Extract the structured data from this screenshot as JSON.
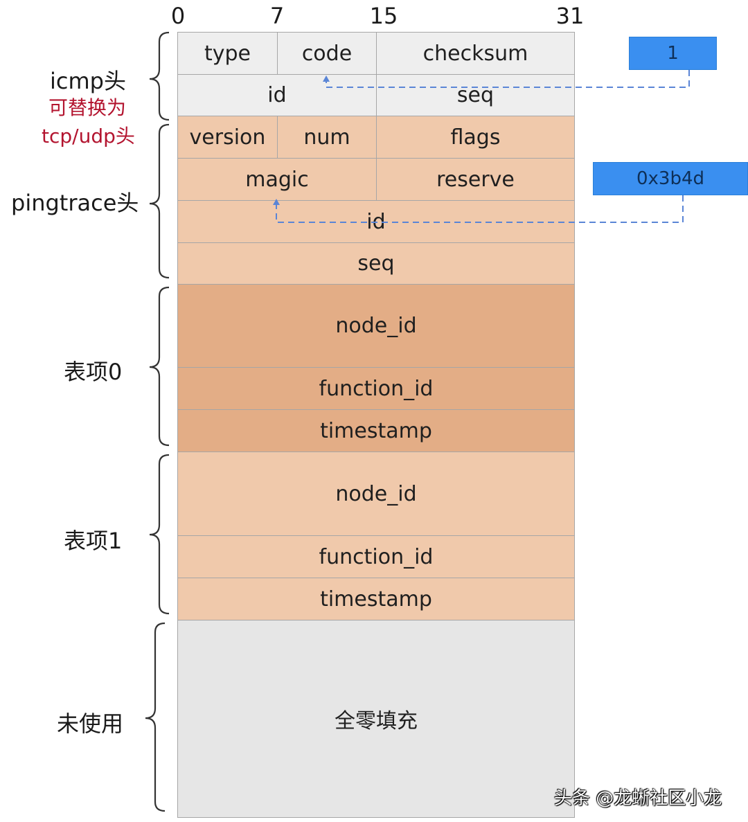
{
  "bit_markers": [
    "0",
    "7",
    "15",
    "31"
  ],
  "groups": {
    "icmp": {
      "label": "icmp头",
      "note_line1": "可替换为",
      "note_line2": "tcp/udp头"
    },
    "pingtrace": {
      "label": "pingtrace头"
    },
    "entry0": {
      "label": "表项0"
    },
    "entry1": {
      "label": "表项1"
    },
    "unused": {
      "label": "未使用"
    }
  },
  "fields": {
    "icmp": {
      "type": "type",
      "code": "code",
      "checksum": "checksum",
      "id": "id",
      "seq": "seq"
    },
    "pingtrace": {
      "version": "version",
      "num": "num",
      "flags": "flags",
      "magic": "magic",
      "reserve": "reserve",
      "id": "id",
      "seq": "seq"
    },
    "entry0": {
      "node_id": "node_id",
      "function_id": "function_id",
      "timestamp": "timestamp"
    },
    "entry1": {
      "node_id": "node_id",
      "function_id": "function_id",
      "timestamp": "timestamp"
    },
    "unused": {
      "fill": "全零填充"
    }
  },
  "callouts": {
    "icmp_id_value": "1",
    "magic_value": "0x3b4d"
  },
  "watermark": "头条 @龙蜥社区小龙",
  "colors": {
    "header_gray": "#eeeeee",
    "pingtrace_peach": "#f0c9ab",
    "entry0_dark_peach": "#e3ad86",
    "unused_gray": "#e6e6e6",
    "callout_blue": "#3a8ff0",
    "icmp_note_red": "#b3142f",
    "dashed_arrow": "#5a85d6"
  }
}
